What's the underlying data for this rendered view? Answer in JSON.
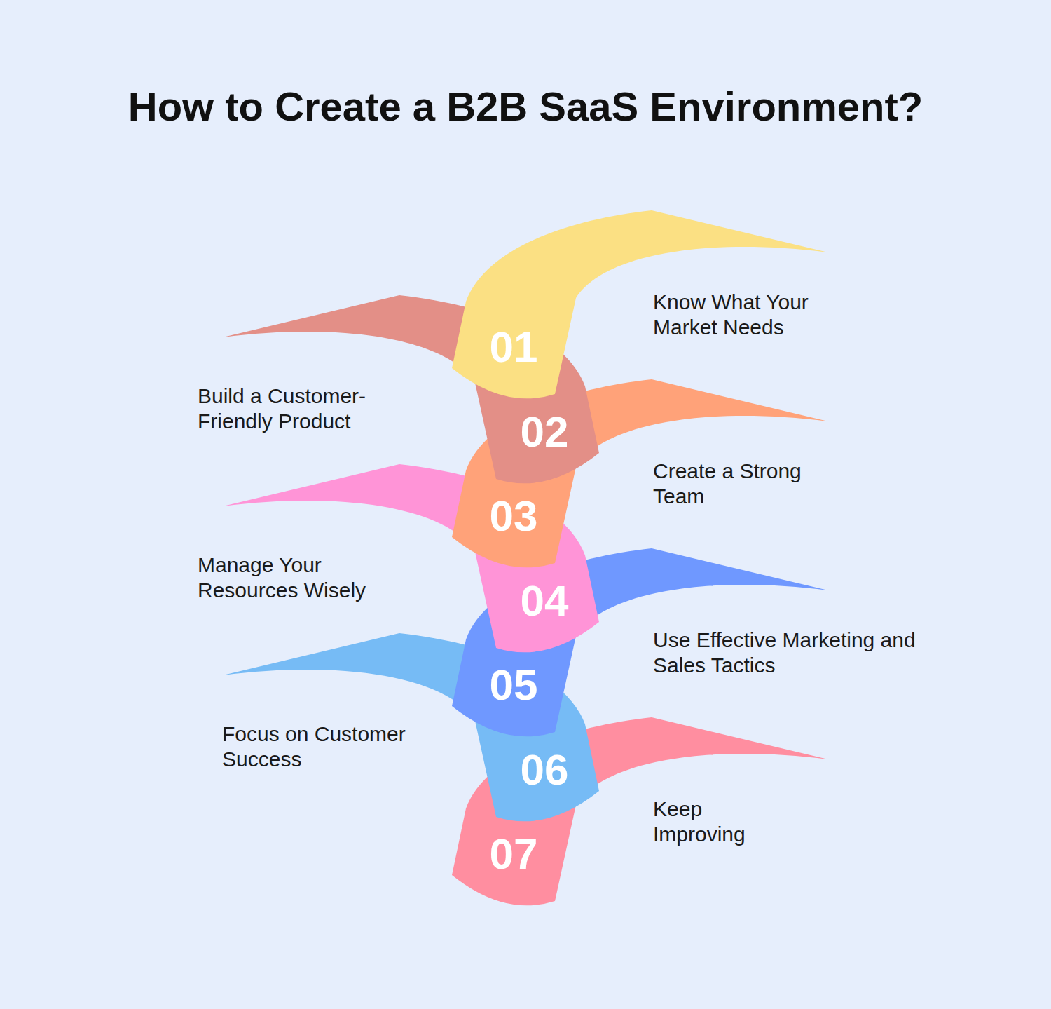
{
  "diagram": {
    "title": "How to Create a B2B SaaS Environment?",
    "nodes": [
      {
        "text": [
          "01",
          "Know What Your Market Needs"
        ]
      },
      {
        "text": [
          "02",
          "Build a Customer-Friendly Product"
        ]
      },
      {
        "text": [
          "03",
          "Create a Strong Team"
        ]
      },
      {
        "text": [
          "04",
          "Manage Your Resources Wisely"
        ]
      },
      {
        "text": [
          "05",
          "Use Effective Marketing and Sales Tactics"
        ]
      },
      {
        "text": [
          "06",
          "Focus on Customer Success"
        ]
      },
      {
        "text": [
          "07",
          "Keep Improving"
        ]
      }
    ]
  }
}
